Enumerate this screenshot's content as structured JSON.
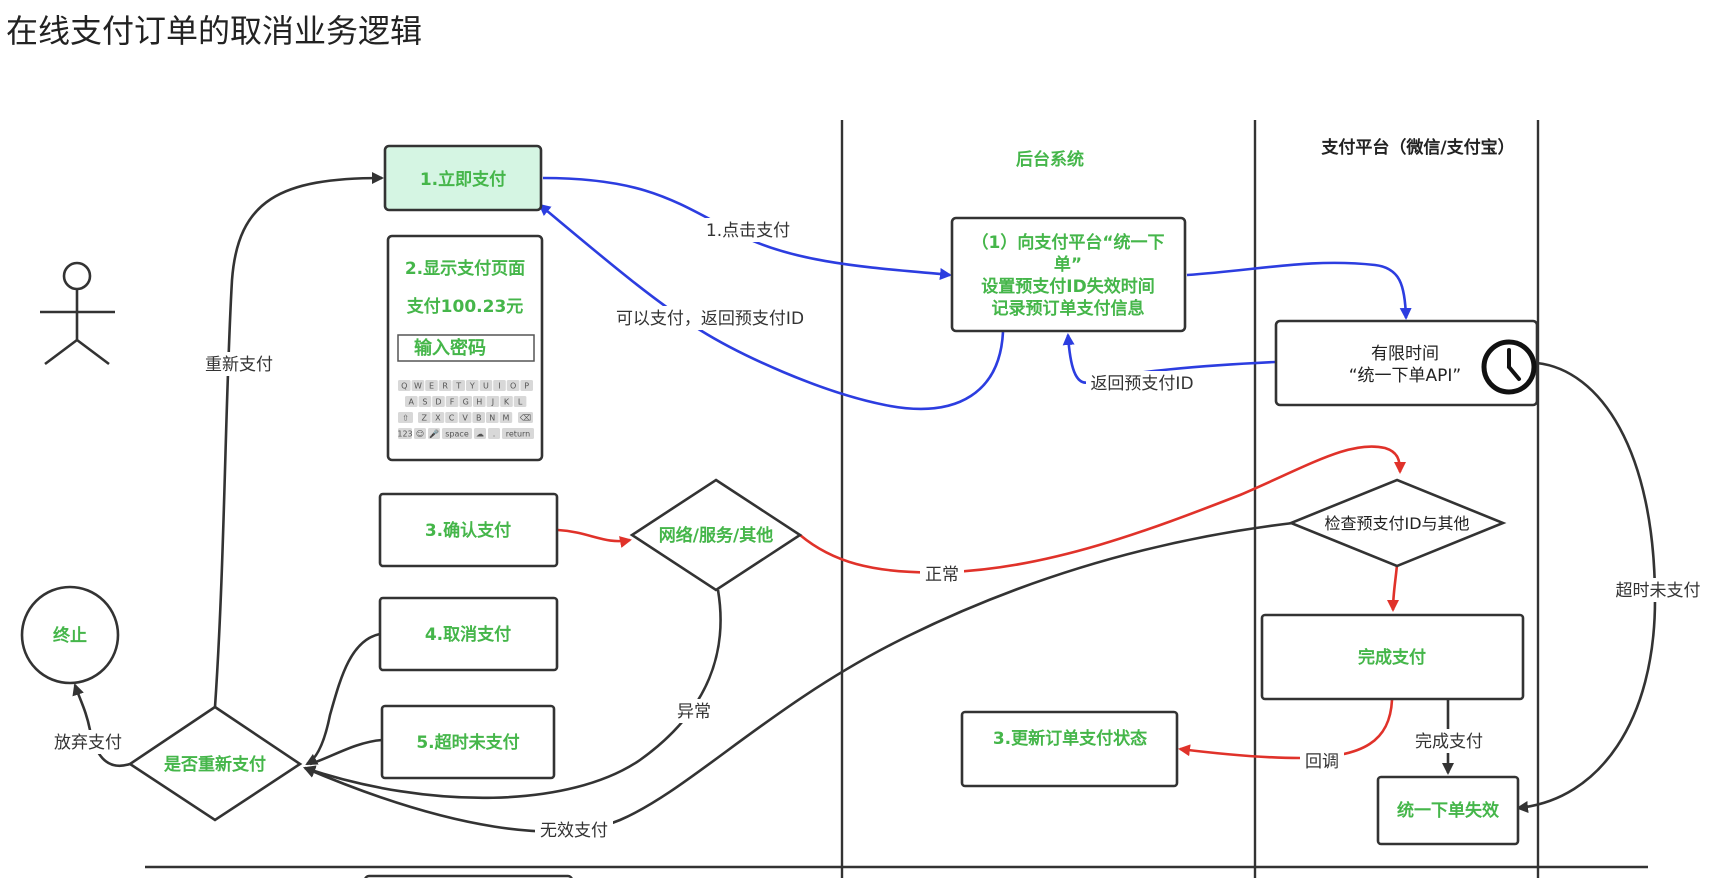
{
  "title": "在线支付订单的取消业务逻辑",
  "colors": {
    "green_text": "#45b64a",
    "blue_edge": "#2c3de0",
    "red_edge": "#e0322a",
    "dark_edge": "#333333",
    "green_fill": "#d5f5e3"
  },
  "lanes": {
    "backend": "后台系统",
    "platform": "支付平台（微信/支付宝）"
  },
  "nodes": {
    "pay_now": "1.立即支付",
    "show_page": "2.显示支付页面",
    "amount": "支付100.23元",
    "password": "输入密码",
    "confirm": "3.确认支付",
    "cancel": "4.取消支付",
    "timeout_unpaid": "5.超时未支付",
    "network": "网络/服务/其他",
    "retry": "是否重新支付",
    "end": "终止",
    "backend_order": [
      "（1）向支付平台“统一下",
      "单”",
      "设置预支付ID失效时间",
      "记录预订单支付信息"
    ],
    "limited_time": [
      "有限时间",
      "“统一下单API”"
    ],
    "check": "检查预支付ID与其他",
    "complete": "完成支付",
    "update_status": "3.更新订单支付状态",
    "invalid_order": "统一下单失效"
  },
  "keyboard": {
    "row1": [
      "Q",
      "W",
      "E",
      "R",
      "T",
      "Y",
      "U",
      "I",
      "O",
      "P"
    ],
    "row2": [
      "A",
      "S",
      "D",
      "F",
      "G",
      "H",
      "J",
      "K",
      "L"
    ],
    "row3": [
      "Z",
      "X",
      "C",
      "V",
      "B",
      "N",
      "M"
    ],
    "space": "space",
    "return": "return"
  },
  "edge_labels": {
    "click_pay": "1.点击支付",
    "can_pay": "可以支付，返回预支付ID",
    "return_prepay": "返回预支付ID",
    "normal": "正常",
    "abnormal": "异常",
    "repay": "重新支付",
    "give_up": "放弃支付",
    "invalid_pay": "无效支付",
    "timeout": "超时未支付",
    "callback": "回调",
    "complete_pay": "完成支付"
  }
}
